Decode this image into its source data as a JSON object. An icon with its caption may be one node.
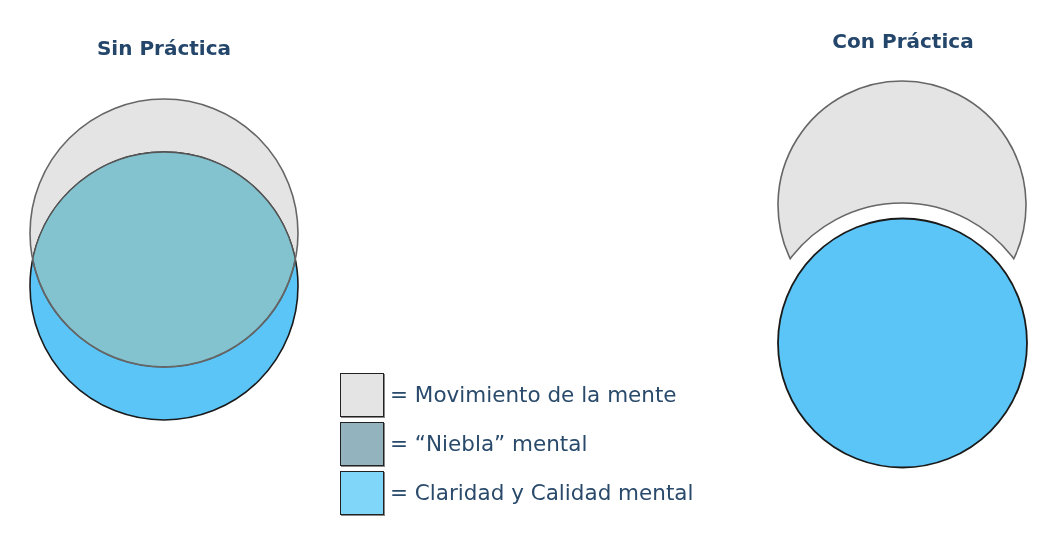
{
  "diagram": {
    "labels": [
      "Sin Práctica",
      "Con Práctica"
    ],
    "legend": [
      {
        "text": "= Movimiento de la mente",
        "color": "#e4e4e4"
      },
      {
        "text": "= “Niebla” mental",
        "color": "#93b3be"
      },
      {
        "text": "= Claridad y Calidad mental",
        "color": "#7fd6f9"
      }
    ]
  }
}
